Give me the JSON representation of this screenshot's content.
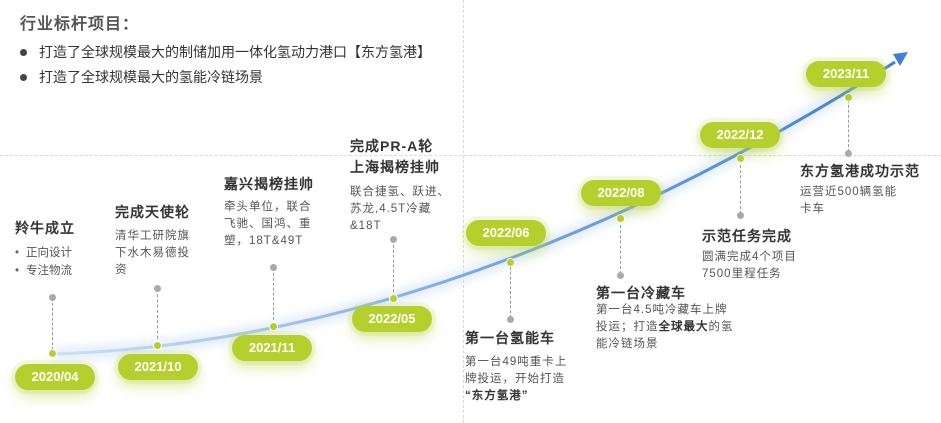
{
  "header": {
    "title": "行业标杆项目：",
    "bullets": [
      "打造了全球规模最大的制储加用一体化氢动力港口【东方氢港】",
      "打造了全球规模最大的氢能冷链场景"
    ]
  },
  "colors": {
    "accent": "#b5cf2d",
    "curve": "#4a90e2"
  },
  "milestones": [
    {
      "date": "2020/04",
      "title": "羚牛成立",
      "items": [
        "正向设计",
        "专注物流"
      ]
    },
    {
      "date": "2021/10",
      "title": "完成天使轮",
      "desc": [
        "清华工研院旗",
        "下水木易德投",
        "资"
      ]
    },
    {
      "date": "2021/11",
      "title": "嘉兴揭榜挂帅",
      "desc": [
        "牵头单位，联合",
        "飞驰、国鸿、重",
        "塑，18T&49T"
      ]
    },
    {
      "date": "2022/05",
      "title": "完成PR-A轮",
      "title2": "上海揭榜挂帅",
      "desc": [
        "联合捷氢、跃进、",
        "苏龙,4.5T冷藏",
        "&18T"
      ]
    },
    {
      "date": "2022/06",
      "title": "第一台氢能车",
      "desc": [
        "第一台49吨重卡上",
        "牌投运，开始打造",
        "“东方氢港”"
      ]
    },
    {
      "date": "2022/08",
      "title": "第一台冷藏车",
      "desc_a": [
        "第一台4.5吨冷藏车上牌",
        "投运；打造"
      ],
      "desc_bold": "全球最大",
      "desc_b": "的氢",
      "desc_c": "能冷链场景"
    },
    {
      "date": "2022/12",
      "title": "示范任务完成",
      "desc": [
        "圆满完成4个项目",
        "7500里程任务"
      ]
    },
    {
      "date": "2023/11",
      "title": "东方氢港成功示范",
      "desc": [
        "运营近500辆氢能",
        "卡车"
      ]
    }
  ]
}
